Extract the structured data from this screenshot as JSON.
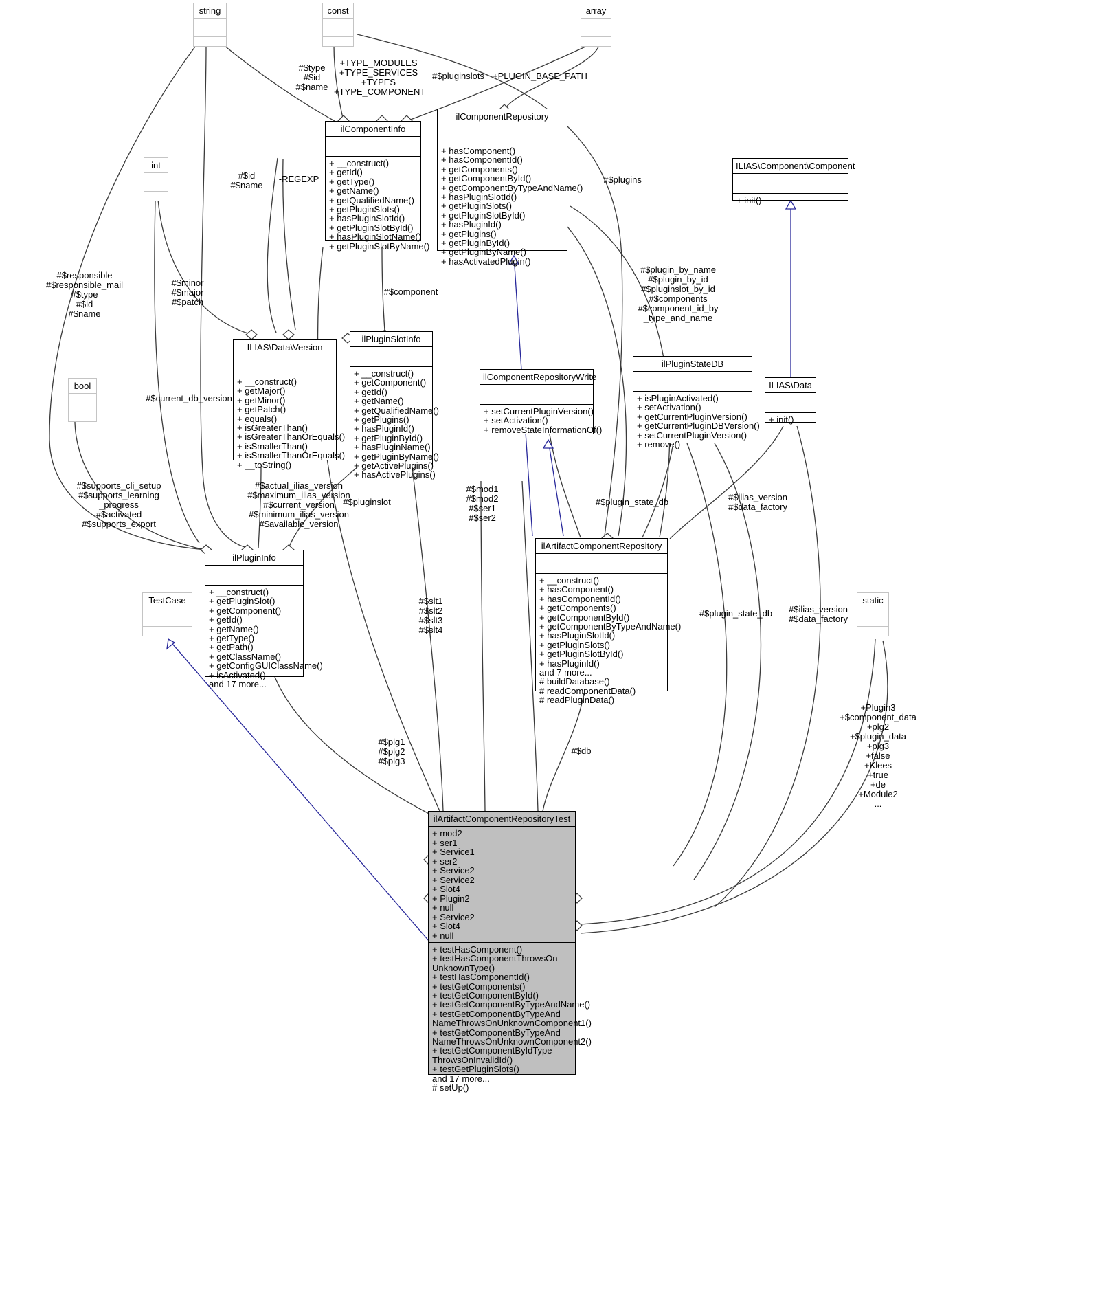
{
  "diagram": {
    "kind": "uml-collaboration-diagram",
    "colors": {
      "node_fill": "#ffffff",
      "highlight_fill": "#bfbfbf",
      "border": "#000000",
      "plain_border": "#c4c4c4",
      "aggregation_edge": "#3a3a3a",
      "inheritance_edge": "#27279a"
    }
  },
  "nodes": {
    "string": {
      "title": "string",
      "attrs": [],
      "ops": []
    },
    "const": {
      "title": "const",
      "attrs": [],
      "ops": []
    },
    "array": {
      "title": "array",
      "attrs": [],
      "ops": []
    },
    "int": {
      "title": "int",
      "attrs": [],
      "ops": []
    },
    "bool": {
      "title": "bool",
      "attrs": [],
      "ops": []
    },
    "static": {
      "title": "static",
      "attrs": [],
      "ops": []
    },
    "testcase": {
      "title": "TestCase",
      "attrs": [],
      "ops": []
    },
    "component": {
      "title": "ILIAS\\Component\\Component",
      "attrs": [],
      "ops": [
        "+ init()"
      ]
    },
    "iliasdata": {
      "title": "ILIAS\\Data",
      "attrs": [],
      "ops": [
        "+ init()"
      ]
    },
    "componentinfo": {
      "title": "ilComponentInfo",
      "attrs": [],
      "ops": [
        "+ __construct()",
        "+ getId()",
        "+ getType()",
        "+ getName()",
        "+ getQualifiedName()",
        "+ getPluginSlots()",
        "+ hasPluginSlotId()",
        "+ getPluginSlotById()",
        "+ hasPluginSlotName()",
        "+ getPluginSlotByName()"
      ]
    },
    "componentrepository": {
      "title": "ilComponentRepository",
      "attrs": [],
      "ops": [
        "+ hasComponent()",
        "+ hasComponentId()",
        "+ getComponents()",
        "+ getComponentById()",
        "+ getComponentByTypeAndName()",
        "+ hasPluginSlotId()",
        "+ getPluginSlots()",
        "+ getPluginSlotById()",
        "+ hasPluginId()",
        "+ getPlugins()",
        "+ getPluginById()",
        "+ getPluginByName()",
        "+ hasActivatedPlugin()"
      ]
    },
    "version": {
      "title": "ILIAS\\Data\\Version",
      "attrs": [],
      "ops": [
        "+ __construct()",
        "+ getMajor()",
        "+ getMinor()",
        "+ getPatch()",
        "+ equals()",
        "+ isGreaterThan()",
        "+ isGreaterThanOrEquals()",
        "+ isSmallerThan()",
        "+ isSmallerThanOrEquals()",
        "+ __toString()"
      ]
    },
    "pluginslotinfo": {
      "title": "ilPluginSlotInfo",
      "attrs": [],
      "ops": [
        "+ __construct()",
        "+ getComponent()",
        "+ getId()",
        "+ getName()",
        "+ getQualifiedName()",
        "+ getPlugins()",
        "+ hasPluginId()",
        "+ getPluginById()",
        "+ hasPluginName()",
        "+ getPluginByName()",
        "+ getActivePlugins()",
        "+ hasActivePlugins()"
      ]
    },
    "componentrepositorywrite": {
      "title": "ilComponentRepositoryWrite",
      "attrs": [],
      "ops": [
        "+ setCurrentPluginVersion()",
        "+ setActivation()",
        "+ removeStateInformationOf()"
      ]
    },
    "pluginstatedb": {
      "title": "ilPluginStateDB",
      "attrs": [],
      "ops": [
        "+ isPluginActivated()",
        "+ setActivation()",
        "+ getCurrentPluginVersion()",
        "+ getCurrentPluginDBVersion()",
        "+ setCurrentPluginVersion()",
        "+ remove()"
      ]
    },
    "plugininfo": {
      "title": "ilPluginInfo",
      "attrs": [],
      "ops": [
        "+ __construct()",
        "+ getPluginSlot()",
        "+ getComponent()",
        "+ getId()",
        "+ getName()",
        "+ getType()",
        "+ getPath()",
        "+ getClassName()",
        "+ getConfigGUIClassName()",
        "+ isActivated()",
        "and 17 more..."
      ]
    },
    "artifactrepository": {
      "title": "ilArtifactComponentRepository",
      "attrs": [],
      "ops": [
        "+ __construct()",
        "+ hasComponent()",
        "+ hasComponentId()",
        "+ getComponents()",
        "+ getComponentById()",
        "+ getComponentByTypeAndName()",
        "+ hasPluginSlotId()",
        "+ getPluginSlots()",
        "+ getPluginSlotById()",
        "+ hasPluginId()",
        "and 7 more...",
        "# buildDatabase()",
        "# readComponentData()",
        "# readPluginData()"
      ]
    },
    "artifactrepositorytest": {
      "title": "ilArtifactComponentRepositoryTest",
      "attrs": [
        "+ mod2",
        "+ ser1",
        "+ Service1",
        "+ ser2",
        "+ Service2",
        "+ Service2",
        "+ Slot4",
        "+ Plugin2",
        "+ null",
        "+ Service2",
        "+ Slot4",
        "+ null"
      ],
      "ops": [
        "+ testHasComponent()",
        "+ testHasComponentThrowsOn",
        "UnknownType()",
        "+ testHasComponentId()",
        "+ testGetComponents()",
        "+ testGetComponentById()",
        "+ testGetComponentByTypeAndName()",
        "+ testGetComponentByTypeAnd",
        "NameThrowsOnUnknownComponent1()",
        "+ testGetComponentByTypeAnd",
        "NameThrowsOnUnknownComponent2()",
        "+ testGetComponentByIdType",
        "ThrowsOnInvalidId()",
        "+ testGetPluginSlots()",
        "and 17 more...",
        "# setUp()"
      ]
    }
  },
  "edge_labels": {
    "type_consts": "+TYPE_MODULES\n+TYPE_SERVICES\n+TYPES\n+TYPE_COMPONENT",
    "type_id_name": "#$type\n#$id\n#$name",
    "pluginslots": "#$pluginslots",
    "plugin_base_path": "+PLUGIN_BASE_PATH",
    "id_name": "#$id\n#$name",
    "regexp": "-REGEXP",
    "plugins": "#$plugins",
    "minor_major_patch": "#$minor\n#$major\n#$patch",
    "component": "#$component",
    "responsible_block": "#$responsible\n#$responsible_mail\n#$type\n#$id\n#$name",
    "plugin_maps": "#$plugin_by_name\n#$plugin_by_id\n#$pluginslot_by_id\n#$components\n#$component_id_by\n_type_and_name",
    "current_db_version": "#$current_db_version",
    "supports_block": "#$supports_cli_setup\n#$supports_learning\n_progress\n#$activated\n#$supports_export",
    "version_block": "#$actual_ilias_version\n#$maximum_ilias_version\n#$current_version\n#$minimum_ilias_version\n#$available_version",
    "pluginslot": "#$pluginslot",
    "mod_ser": "#$mod1\n#$mod2\n#$ser1\n#$ser2",
    "plugin_state_db_left": "#$plugin_state_db",
    "ilias_version_data_factory_left": "#$ilias_version\n#$data_factory",
    "slt": "#$slt1\n#$slt2\n#$slt3\n#$slt4",
    "plugin_state_db_right": "#$plugin_state_db",
    "ilias_version_data_factory_right": "#$ilias_version\n#$data_factory",
    "plg": "#$plg1\n#$plg2\n#$plg3",
    "db": "#$db",
    "static_block": "+Plugin3\n+$component_data\n+plg2\n+$plugin_data\n+plg3\n+false\n+Klees\n+true\n+de\n+Module2\n..."
  }
}
